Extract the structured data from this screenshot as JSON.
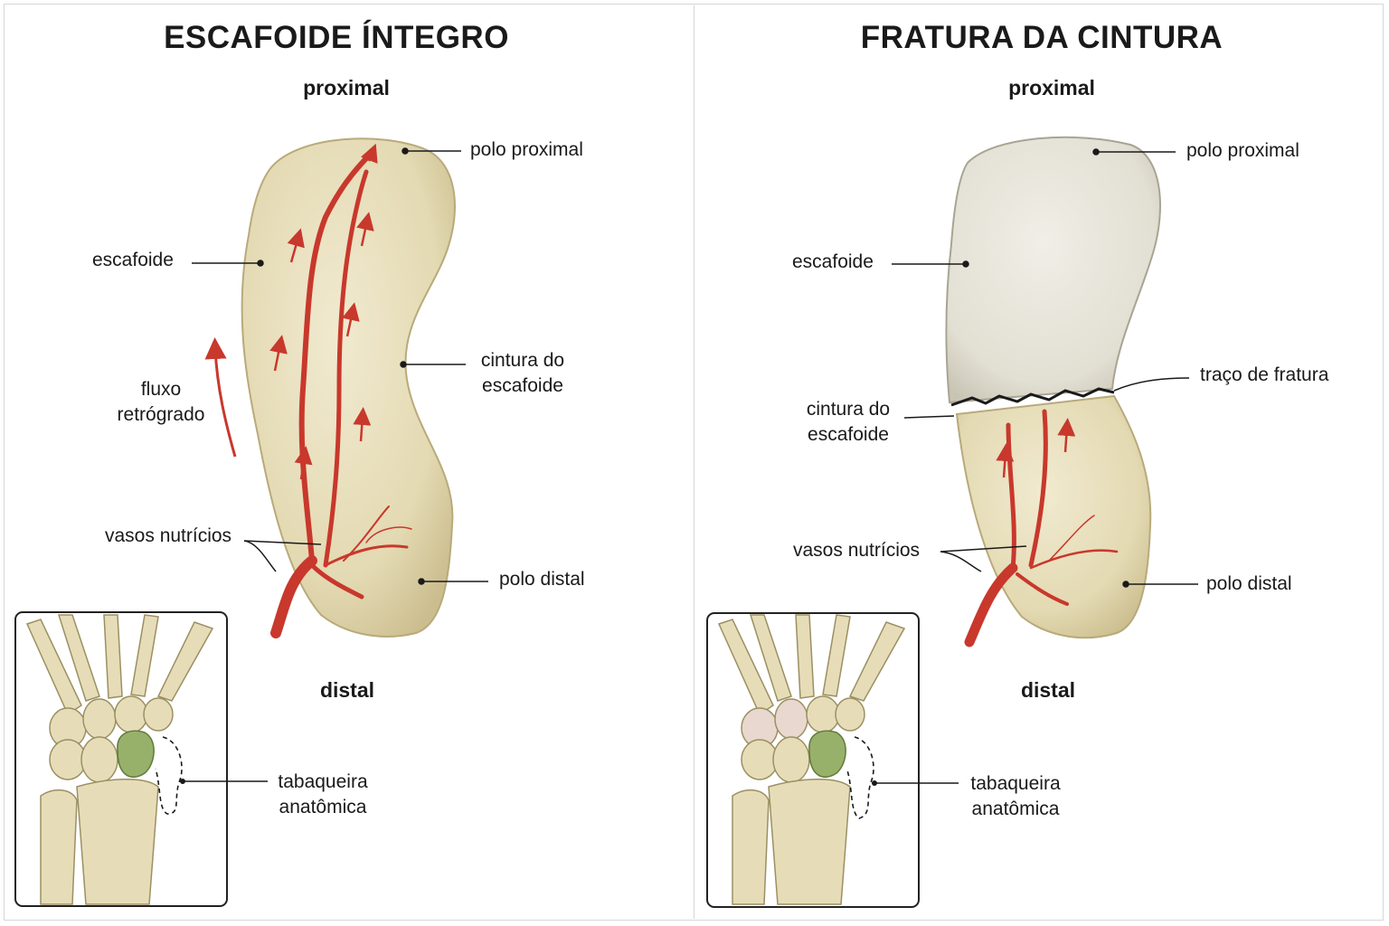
{
  "left_panel": {
    "title": "ESCAFOIDE ÍNTEGRO",
    "proximal": "proximal",
    "distal": "distal",
    "labels": {
      "polo_proximal": "polo proximal",
      "escafoide": "escafoide",
      "cintura_line1": "cintura do",
      "cintura_line2": "escafoide",
      "fluxo_line1": "fluxo",
      "fluxo_line2": "retrógrado",
      "vasos": "vasos nutrícios",
      "polo_distal": "polo distal",
      "tabaqueira_line1": "tabaqueira",
      "tabaqueira_line2": "anatômica"
    }
  },
  "right_panel": {
    "title": "FRATURA DA CINTURA",
    "proximal": "proximal",
    "distal": "distal",
    "labels": {
      "polo_proximal": "polo proximal",
      "escafoide": "escafoide",
      "traco": "traço de fratura",
      "cintura_line1": "cintura do",
      "cintura_line2": "escafoide",
      "vasos": "vasos nutrícios",
      "polo_distal": "polo distal",
      "tabaqueira_line1": "tabaqueira",
      "tabaqueira_line2": "anatômica"
    }
  },
  "colors": {
    "bone": "#e6ddb8",
    "bone_edge": "#b8aa7a",
    "bone_necrotic": "#e4e1d6",
    "vessel": "#c8382c",
    "scaphoid_highlight": "#97b06a"
  }
}
